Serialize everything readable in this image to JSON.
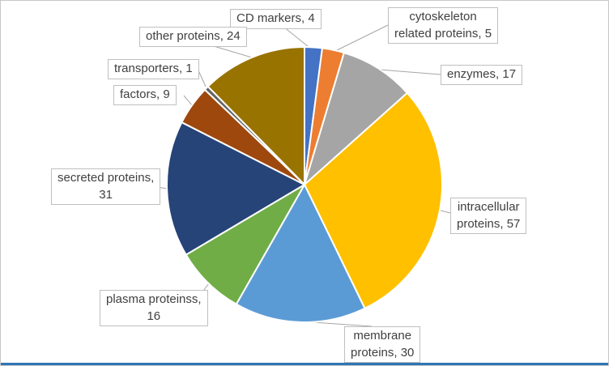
{
  "chart": {
    "background": "#ffffff",
    "frame_border_color": "#c8c8c8",
    "bottom_edge_color": "#2e75b6",
    "leader_line_color": "#a6a6a6",
    "callout_border_color": "#bfbfbf",
    "callout_text_color": "#404040"
  },
  "chart_data": {
    "type": "pie",
    "title": "",
    "total": 194,
    "legend_position": "none",
    "label_style": "category-name-and-value callouts with leader lines",
    "slices": [
      {
        "label": "CD markers",
        "value": 4,
        "color": "#4472C4",
        "slug": "cd-markers",
        "callout": "CD markers, 4"
      },
      {
        "label": "cytoskeleton related proteins",
        "value": 5,
        "color": "#ED7D31",
        "slug": "cytoskeleton-related-proteins",
        "callout": "cytoskeleton\nrelated proteins, 5"
      },
      {
        "label": "enzymes",
        "value": 17,
        "color": "#A5A5A5",
        "slug": "enzymes",
        "callout": "enzymes, 17"
      },
      {
        "label": "intracellular proteins",
        "value": 57,
        "color": "#FFC000",
        "slug": "intracellular-proteins",
        "callout": "intracellular\nproteins, 57"
      },
      {
        "label": "membrane proteins",
        "value": 30,
        "color": "#5B9BD5",
        "slug": "membrane-proteins",
        "callout": "membrane\nproteins, 30"
      },
      {
        "label": "plasma proteinss",
        "value": 16,
        "color": "#70AD47",
        "slug": "plasma-proteinss",
        "callout": "plasma proteinss,\n16"
      },
      {
        "label": "secreted proteins",
        "value": 31,
        "color": "#264478",
        "slug": "secreted-proteins",
        "callout": "secreted proteins,\n31"
      },
      {
        "label": "factors",
        "value": 9,
        "color": "#9E480E",
        "slug": "factors",
        "callout": "factors, 9"
      },
      {
        "label": "transporters",
        "value": 1,
        "color": "#636363",
        "slug": "transporters",
        "callout": "transporters, 1"
      },
      {
        "label": "other proteins",
        "value": 24,
        "color": "#997300",
        "slug": "other-proteins",
        "callout": "other proteins, 24"
      }
    ]
  }
}
